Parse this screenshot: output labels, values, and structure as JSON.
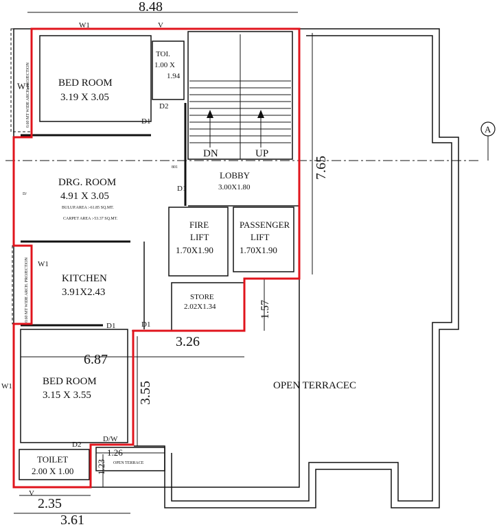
{
  "dimensions": {
    "top_width": "8.48",
    "lobby_height": "7.65",
    "store_height": "1.57",
    "store_width": "3.26",
    "left_width": "6.87",
    "bed2_height": "3.55",
    "open_terrace_width": "1.26",
    "open_terrace_height": "1.23",
    "toilet_width": "2.35",
    "bottom_width": "3.61"
  },
  "rooms": {
    "bedroom1": {
      "name": "BED ROOM",
      "size": "3.19 X 3.05"
    },
    "toilet1": {
      "name": "TOI.",
      "size_a": "1.00 X",
      "size_b": "1.94"
    },
    "drawing": {
      "name": "DRG. ROOM",
      "size": "4.91 X 3.05"
    },
    "lobby": {
      "name": "LOBBY",
      "size": "3.00X1.80"
    },
    "fire_lift": {
      "name_a": "FIRE",
      "name_b": "LIFT",
      "size": "1.70X1.90"
    },
    "passenger_lift": {
      "name_a": "PASSENGER",
      "name_b": "LIFT",
      "size": "1.70X1.90"
    },
    "kitchen": {
      "name": "KITCHEN",
      "size": "3.91X2.43"
    },
    "store": {
      "name": "STORE",
      "size": "2.02X1.34"
    },
    "bedroom2": {
      "name": "BED ROOM",
      "size": "3.15 X 3.55"
    },
    "toilet2": {
      "name": "TOILET",
      "size": "2.00 X 1.00"
    },
    "open_terrace": {
      "name": "OPEN TERRACEC"
    },
    "small_terrace": {
      "name": "OPEN TERRACE"
    }
  },
  "areas": {
    "buildup": "BULUP.AREA :-61.85 SQ.MT.",
    "carpet": "CARPET AREA :-53.37 SQ.MT."
  },
  "stairs": {
    "down": "DN",
    "up": "UP"
  },
  "openings": {
    "w1_top": "W1",
    "v_top": "V",
    "w1_left_top": "W1",
    "d2_top": "D2",
    "d1_bed1": "D1",
    "d1_lobby": "D1",
    "d_drg_left": "D/",
    "w1_kitchen": "W1",
    "d1_kitchen": "D1",
    "d1_store": "D1",
    "w1_bed2": "W1",
    "d2_bed2": "D2",
    "dw": "D/W",
    "v_bottom": "V",
    "code_801": "801"
  },
  "projections": {
    "upper": "0.60 MT WIDE ARCH. PROJECTION",
    "lower": "0.60 MT WIDE ARCH. PROJECTION"
  },
  "grid": {
    "axis_label": "A"
  },
  "colors": {
    "highlight": "#e0141c",
    "ink": "#111111"
  }
}
